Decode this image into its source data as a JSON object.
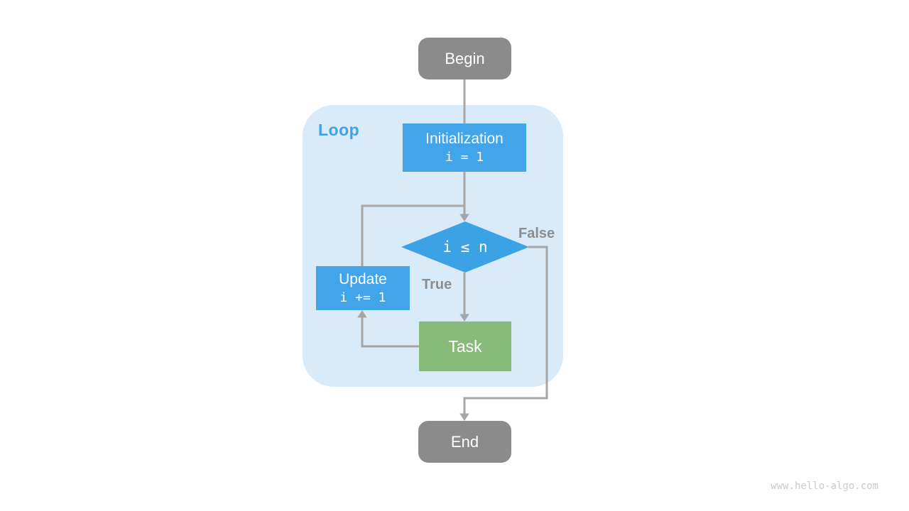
{
  "diagram": {
    "loop": {
      "label": "Loop"
    },
    "nodes": {
      "begin": {
        "label": "Begin"
      },
      "initialization": {
        "title": "Initialization",
        "code": "i = 1"
      },
      "condition": {
        "label": "i ≤ n"
      },
      "update": {
        "title": "Update",
        "code": "i += 1"
      },
      "task": {
        "label": "Task"
      },
      "end": {
        "label": "End"
      }
    },
    "edge_labels": {
      "true_branch": "True",
      "false_branch": "False"
    },
    "colors": {
      "terminal_gray": "#8b8b8b",
      "process_blue": "#42a4e9",
      "condition_blue": "#3ba2e6",
      "task_green": "#87ba79",
      "loop_background": "#d9eaf8",
      "loop_label_blue": "#3fa3e8",
      "edge_gray": "#a6a6a6",
      "edge_label_gray": "#8d8d8d",
      "text_white": "#ffffff"
    }
  },
  "watermark": "www.hello-algo.com"
}
